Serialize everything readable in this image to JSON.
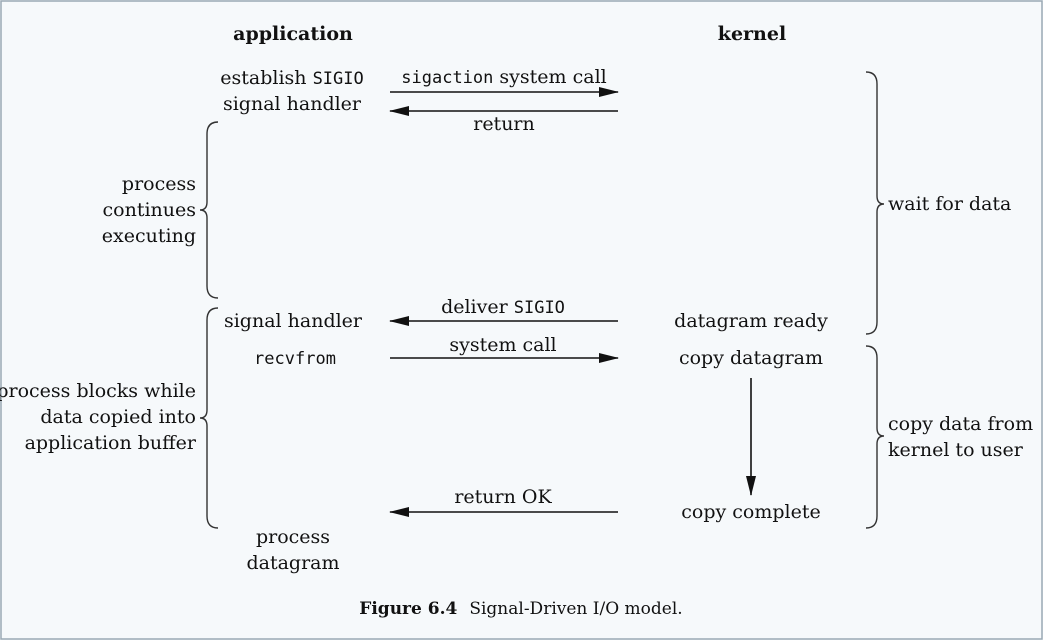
{
  "headers": {
    "application": "application",
    "kernel": "kernel"
  },
  "labels": {
    "establish_pre": "establish ",
    "establish_code": "SIGIO",
    "signal_handler_1": "signal handler",
    "sigaction_code": "sigaction",
    "sigaction_rest": " system call",
    "return": "return",
    "process_continues": [
      "process",
      "continues",
      "executing"
    ],
    "wait_for_data": "wait for data",
    "deliver_pre": "deliver ",
    "deliver_code": "SIGIO",
    "signal_handler_2": "signal handler",
    "datagram_ready": "datagram ready",
    "recvfrom": "recvfrom",
    "system_call": "system call",
    "copy_datagram": "copy datagram",
    "process_blocks": [
      "process blocks while",
      "data copied into",
      "application buffer"
    ],
    "copy_data_from": [
      "copy data from",
      "kernel to user"
    ],
    "return_ok": "return OK",
    "copy_complete": "copy complete",
    "process_datagram": [
      "process",
      "datagram"
    ]
  },
  "caption": {
    "label": "Figure 6.4",
    "text": "Signal-Driven I/O model."
  }
}
